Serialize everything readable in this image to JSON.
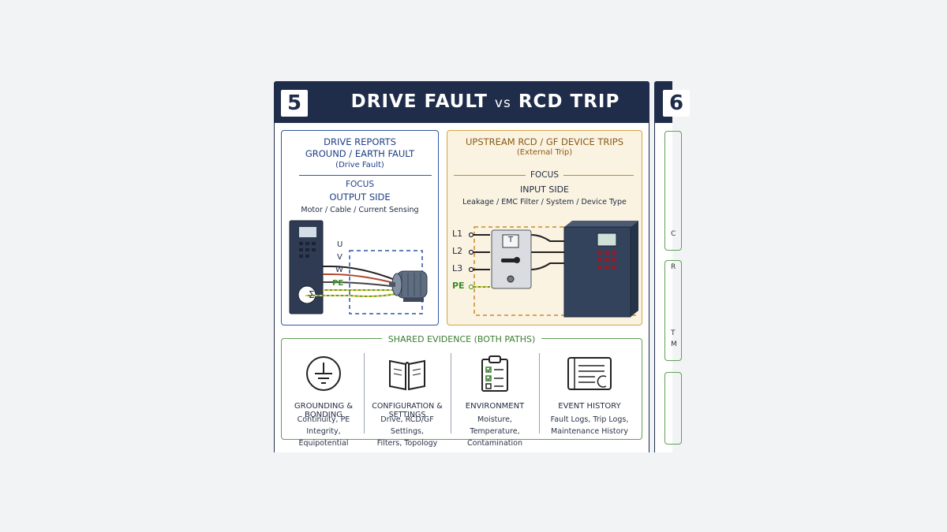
{
  "card": {
    "number": "5",
    "title_part1": "DRIVE FAULT ",
    "title_vs": "vs",
    "title_part2": " RCD TRIP"
  },
  "left_panel": {
    "line1": "DRIVE REPORTS",
    "line2": "GROUND / EARTH FAULT",
    "sub": "(Drive Fault)",
    "focus_label": "FOCUS",
    "focus_title": "OUTPUT SIDE",
    "focus_detail": "Motor / Cable / Current Sensing",
    "wire_labels": [
      "U",
      "V",
      "W",
      "PE"
    ],
    "sensor_symbol": "Σ"
  },
  "right_panel": {
    "line1": "UPSTREAM RCD / GF DEVICE TRIPS",
    "sub": "(External Trip)",
    "focus_label": "FOCUS",
    "focus_title": "INPUT SIDE",
    "focus_detail": "Leakage / EMC Filter / System / Device Type",
    "line_labels": [
      "L1",
      "L2",
      "L3",
      "PE"
    ],
    "test_button": "T"
  },
  "shared": {
    "title": "SHARED EVIDENCE (BOTH PATHS)",
    "items": [
      {
        "icon": "ground-icon",
        "heading": "GROUNDING & BONDING",
        "line1": "Continuity, PE Integrity,",
        "line2": "Equipotential"
      },
      {
        "icon": "book-icon",
        "heading": "CONFIGURATION & SETTINGS",
        "line1": "Drive, RCD/GF Settings,",
        "line2": "Filters, Topology"
      },
      {
        "icon": "checklist-icon",
        "heading": "ENVIRONMENT",
        "line1": "Moisture, Temperature,",
        "line2": "Contamination"
      },
      {
        "icon": "log-icon",
        "heading": "EVENT HISTORY",
        "line1": "Fault Logs, Trip Logs,",
        "line2": "Maintenance History"
      }
    ]
  },
  "next_card": {
    "number": "6",
    "fragments": [
      "C",
      "R",
      "T",
      "M"
    ]
  },
  "colors": {
    "header": "#1f2d4a",
    "left_border": "#2f56a6",
    "right_border": "#d9a441",
    "right_fill": "#fbf3e2",
    "shared_border": "#5fa155",
    "pe_green": "#5aa02c"
  }
}
